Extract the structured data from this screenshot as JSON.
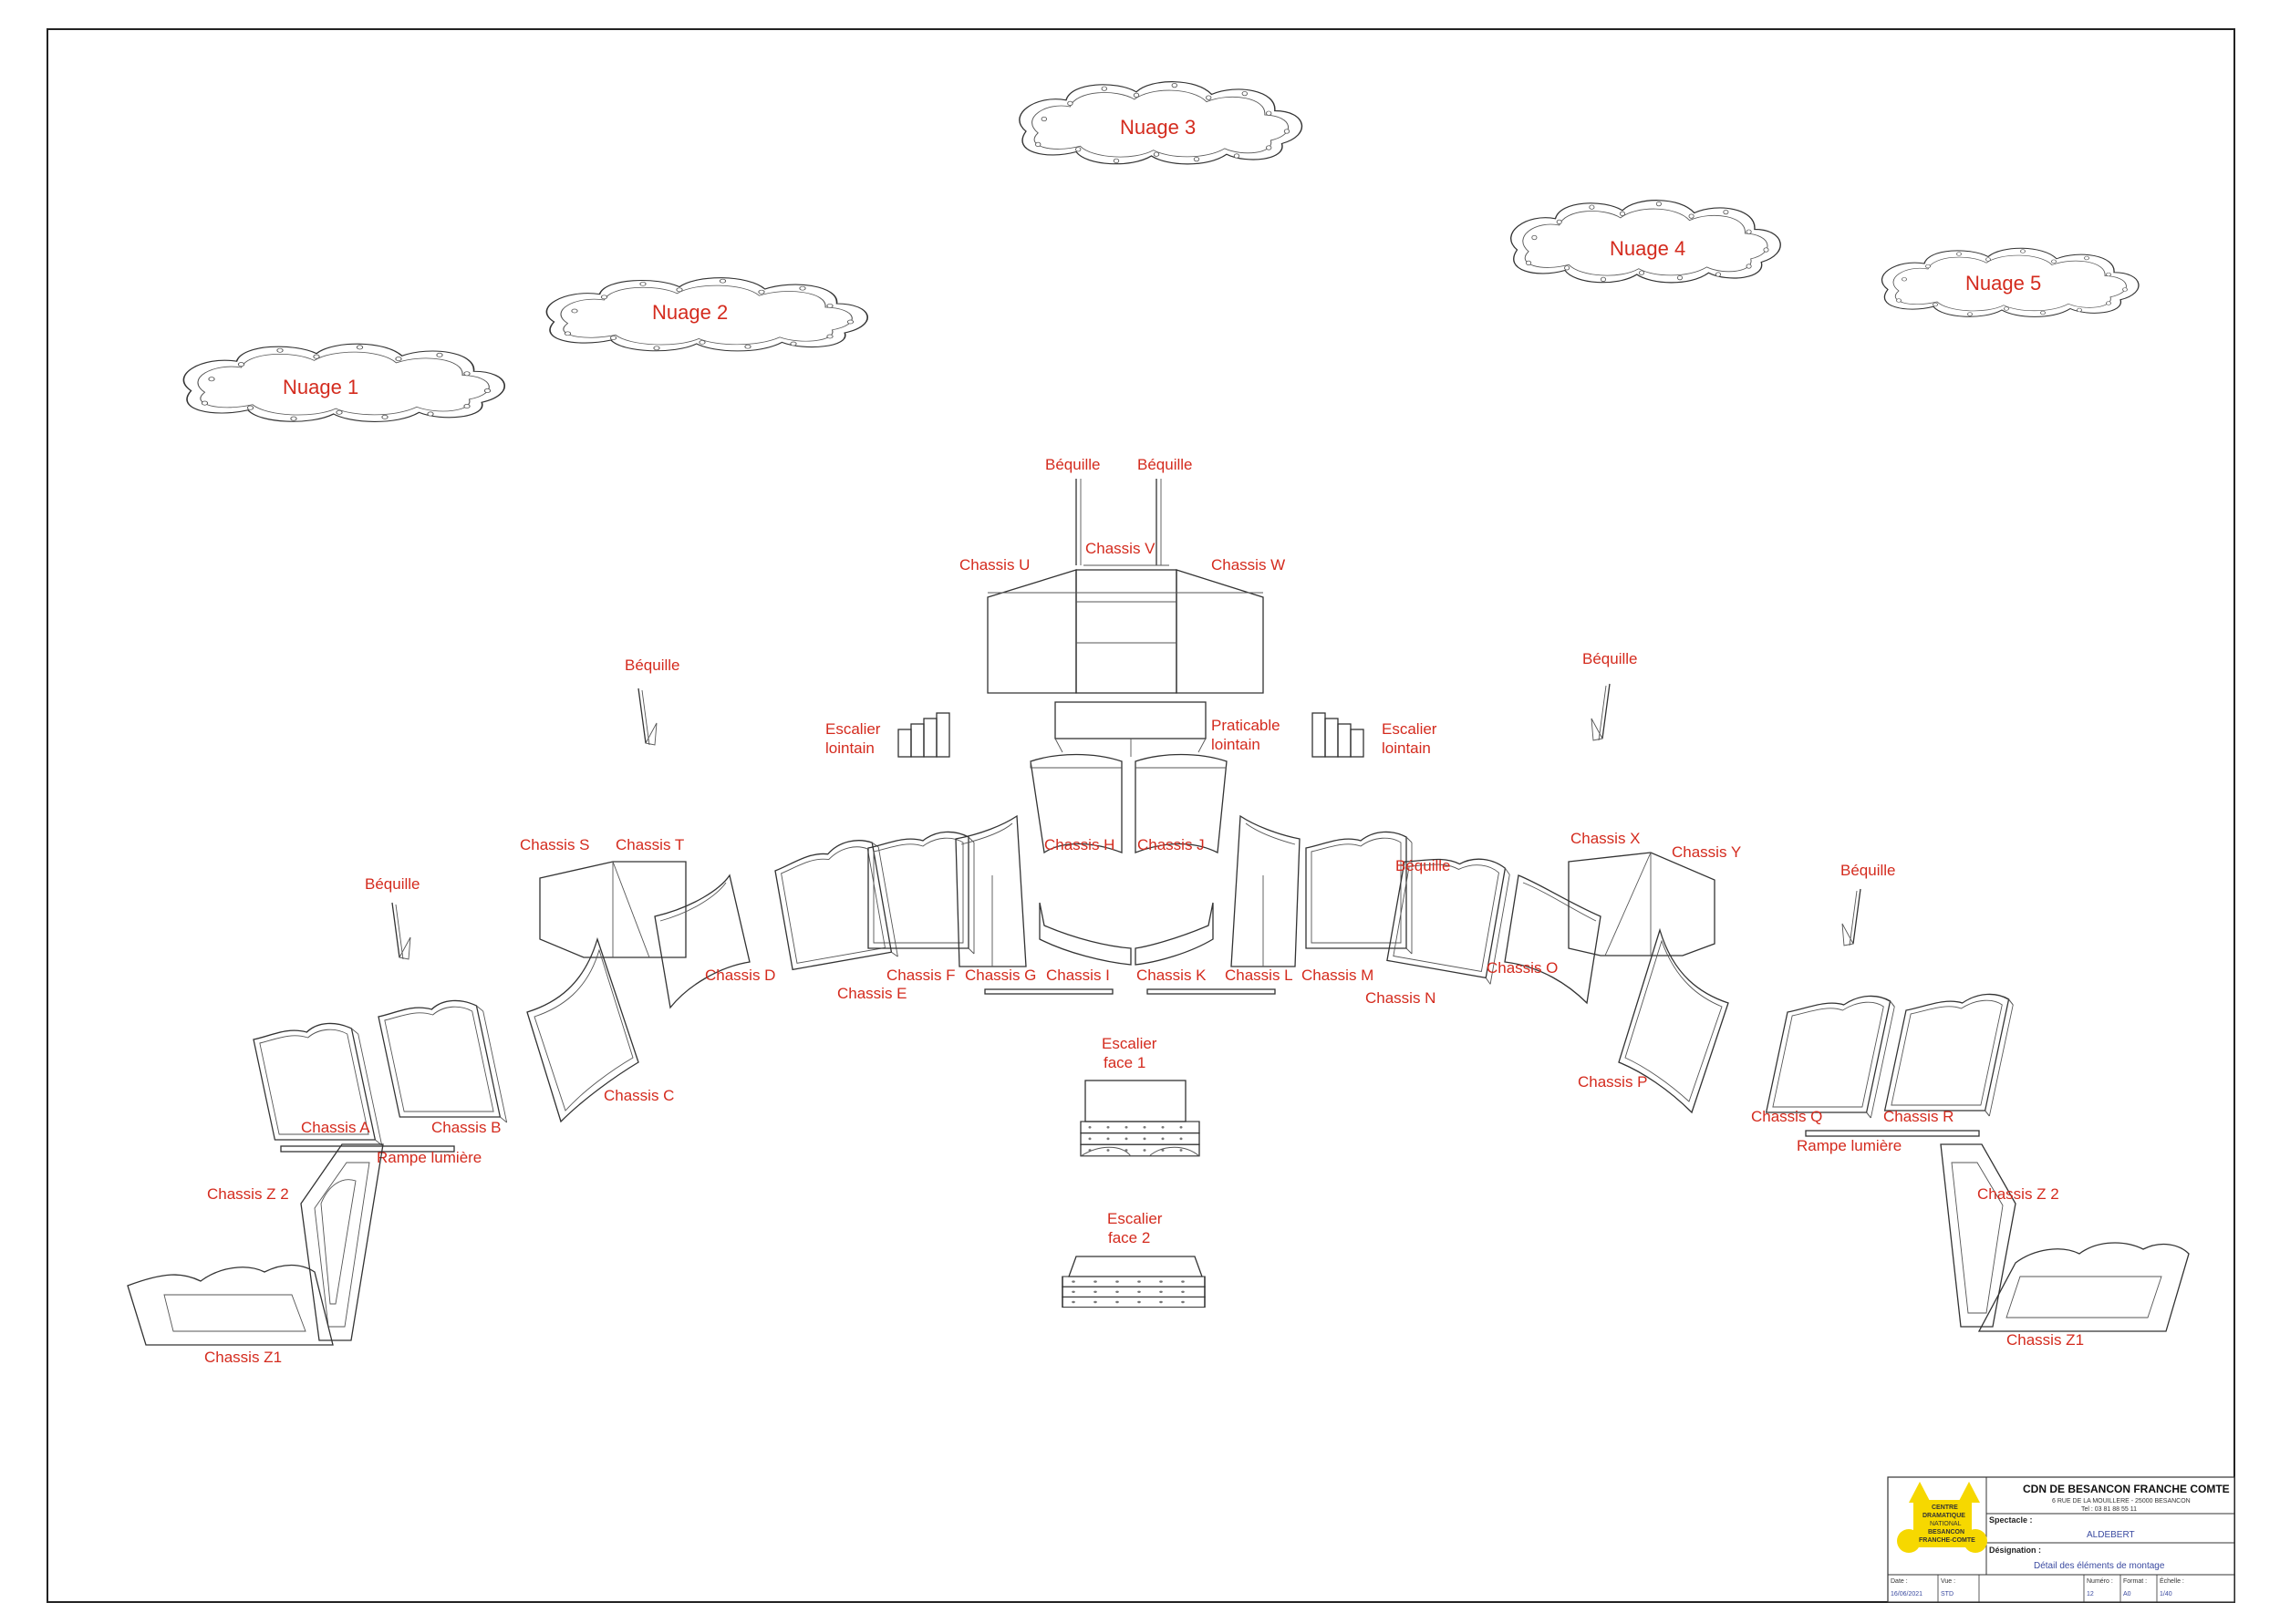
{
  "clouds": [
    "Nuage 1",
    "Nuage 2",
    "Nuage 3",
    "Nuage 4",
    "Nuage 5"
  ],
  "labels": {
    "bequille": "Béquille",
    "chassis_u": "Chassis U",
    "chassis_v": "Chassis V",
    "chassis_w": "Chassis W",
    "escalier": "Escalier",
    "lointain": "lointain",
    "praticable": "Praticable",
    "chassis_s": "Chassis S",
    "chassis_t": "Chassis T",
    "chassis_h": "Chassis H",
    "chassis_j": "Chassis J",
    "chassis_x": "Chassis X",
    "chassis_y": "Chassis Y",
    "chassis_d": "Chassis D",
    "chassis_e": "Chassis E",
    "chassis_f": "Chassis F",
    "chassis_g": "Chassis G",
    "chassis_i": "Chassis I",
    "chassis_k": "Chassis K",
    "chassis_l": "Chassis L",
    "chassis_m": "Chassis M",
    "chassis_n": "Chassis N",
    "chassis_o": "Chassis O",
    "chassis_p": "Chassis P",
    "chassis_a": "Chassis A",
    "chassis_b": "Chassis B",
    "chassis_c": "Chassis C",
    "chassis_q": "Chassis Q",
    "chassis_r": "Chassis R",
    "rampe": "Rampe lumière",
    "face_1": "face 1",
    "face_2": "face 2",
    "chassis_z2": "Chassis Z 2",
    "chassis_z1": "Chassis Z1"
  },
  "title_block": {
    "org_name": "CDN DE BESANCON FRANCHE COMTE",
    "address": "6 RUE DE LA MOUILLERE - 25000 BESANCON",
    "phone": "Tel : 03 81 88 55 11",
    "logo_text": [
      "CENTRE",
      "DRAMATIQUE",
      "NATIONAL",
      "BESANCON",
      "FRANCHE-COMTE"
    ],
    "spectacle_label": "Spectacle :",
    "spectacle_value": "ALDEBERT",
    "designation_label": "Désignation :",
    "designation_value": "Détail  des éléments de montage",
    "date_label": "Date :",
    "date_value": "16/06/2021",
    "vue_label": "Vue :",
    "vue_value": "STD",
    "numero_label": "Numéro :",
    "numero_value": "12",
    "format_label": "Format :",
    "format_value": "A0",
    "echelle_label": "Échelle :",
    "echelle_value": "1/40"
  }
}
